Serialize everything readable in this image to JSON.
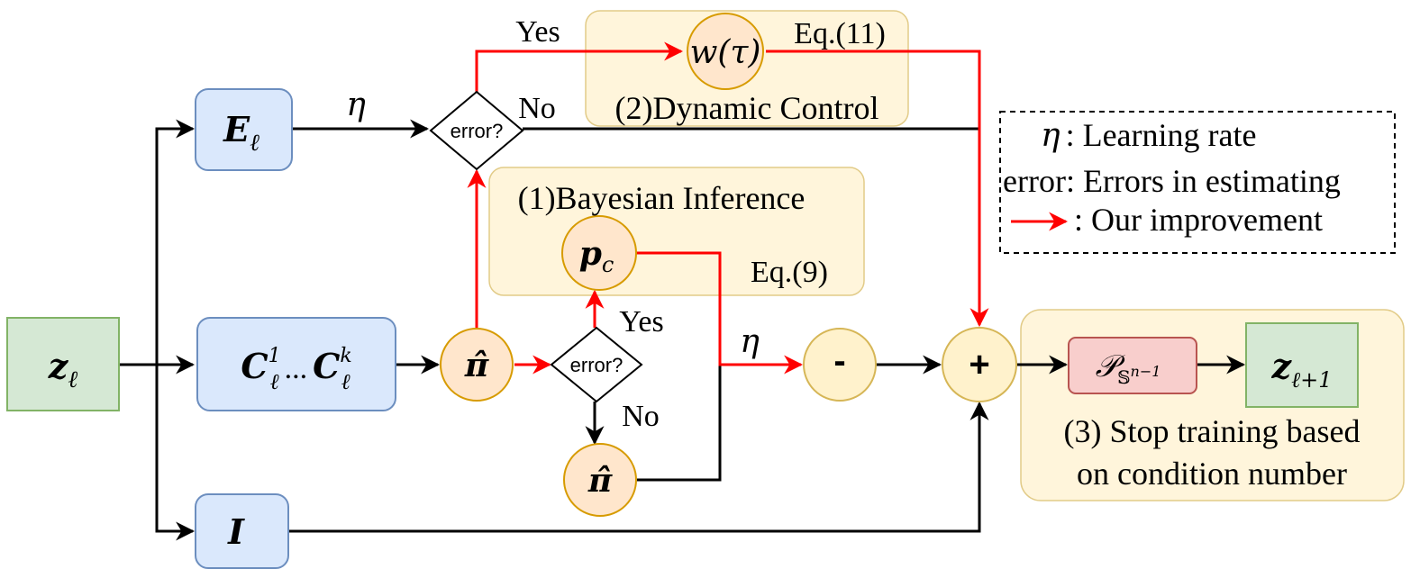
{
  "colors": {
    "blue_fill": "#dae8fc",
    "blue_stroke": "#6c8ebf",
    "green_fill": "#d5e8d4",
    "green_stroke": "#82b366",
    "orange_fill": "#ffe6cc",
    "orange_stroke": "#d79b00",
    "panel_fill": "#fff2cc",
    "panel_stroke": "#d6b656",
    "pink_fill": "#f8cecc",
    "pink_stroke": "#b85450",
    "circle_fill": "#fff2cc",
    "red": "#ff0000",
    "black": "#000000"
  },
  "nodes": {
    "z_in": {
      "base": "z",
      "sub": "ℓ"
    },
    "e_box": {
      "base": "E",
      "sub": "ℓ"
    },
    "c_box": {
      "c1_base": "C",
      "c1_sup": "1",
      "c1_sub": "ℓ",
      "dots": "...",
      "ck_base": "C",
      "ck_sup": "k",
      "ck_sub": "ℓ"
    },
    "i_box": {
      "label": "I"
    },
    "pi_hat_1": {
      "label": "π̂"
    },
    "pi_hat_2": {
      "label": "π̂"
    },
    "p_c": {
      "base": "p",
      "sub": "c"
    },
    "w_tau": {
      "label": "w(τ)"
    },
    "minus": {
      "label": "-"
    },
    "plus": {
      "label": "+"
    },
    "proj": {
      "base": "𝒫",
      "sub": "𝕊",
      "sub_sup": "n−1"
    },
    "z_out": {
      "base": "z",
      "sub": "ℓ+1"
    },
    "decision_top": {
      "label": "error?"
    },
    "decision_mid": {
      "label": "error?"
    }
  },
  "edge_labels": {
    "eta_top": "η",
    "eta_mid": "η",
    "yes_top": "Yes",
    "no_top": "No",
    "yes_mid": "Yes",
    "no_mid": "No"
  },
  "panels": {
    "dynamic": {
      "title": "(2)Dynamic Control",
      "eq": "Eq.(11)"
    },
    "bayes": {
      "title": "(1)Bayesian Inference",
      "eq": "Eq.(9)"
    },
    "stop": {
      "line1": "(3) Stop training based",
      "line2": "on condition number"
    }
  },
  "legend": {
    "eta_symbol": "η",
    "eta_text": ": Learning rate",
    "error_text": "error: Errors in estimating",
    "arrow_text": ": Our improvement"
  }
}
